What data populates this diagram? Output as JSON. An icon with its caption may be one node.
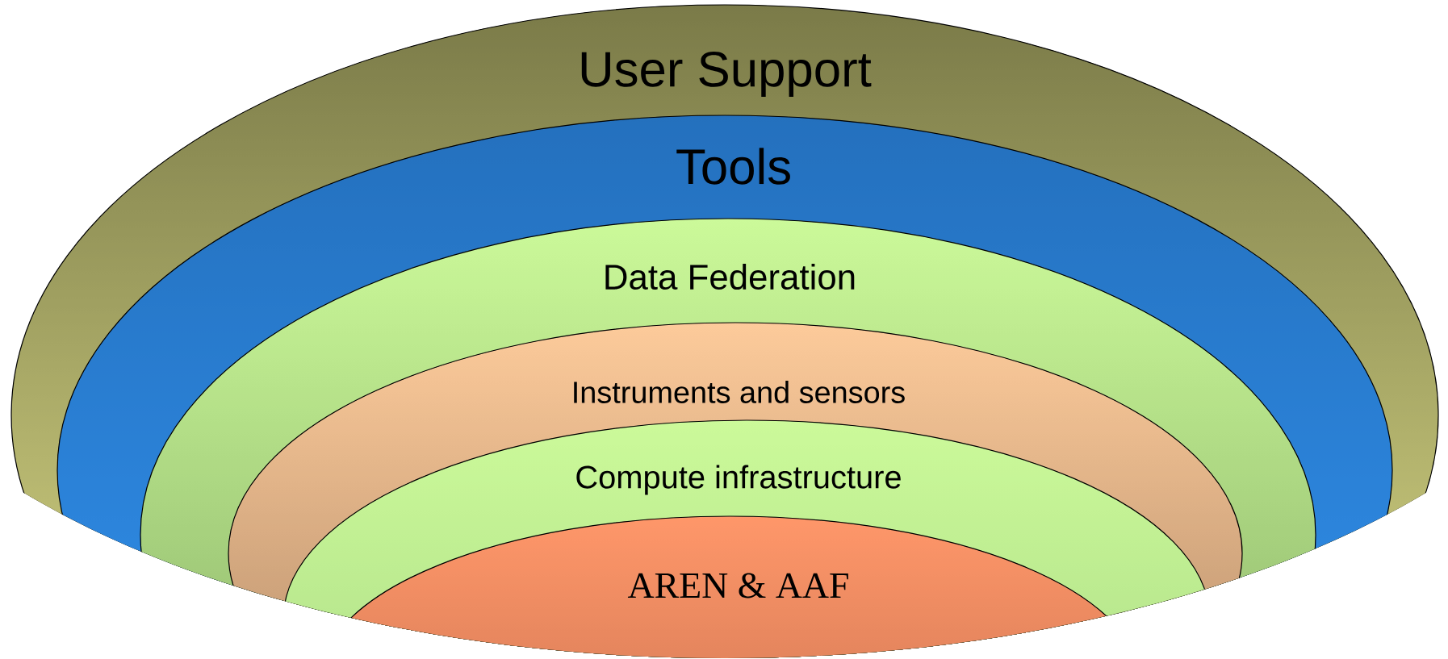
{
  "diagram": {
    "nodes": [
      {
        "text": [
          "User Support"
        ]
      },
      {
        "text": [
          "Tools"
        ],
        "in": 0
      },
      {
        "text": [
          "Data Federation"
        ],
        "in": 1
      },
      {
        "text": [
          "Instruments and sensors"
        ],
        "in": 2
      },
      {
        "text": [
          "Compute infrastructure"
        ],
        "in": 3
      },
      {
        "text": [
          "AREN & AAF"
        ],
        "in": 4
      }
    ]
  }
}
